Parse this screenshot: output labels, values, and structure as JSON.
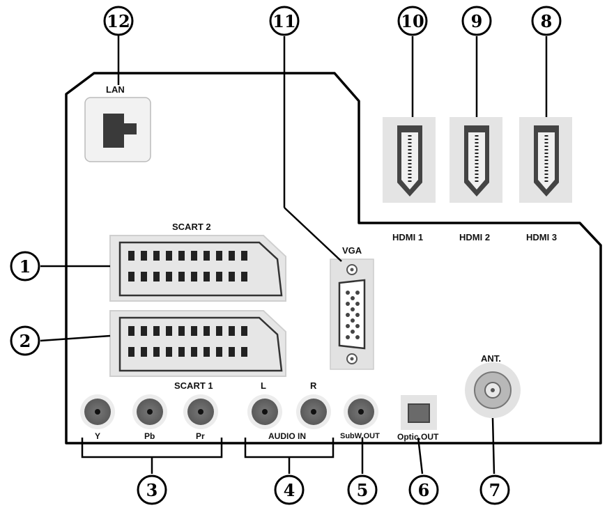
{
  "callouts": {
    "c1": "1",
    "c2": "2",
    "c3": "3",
    "c4": "4",
    "c5": "5",
    "c6": "6",
    "c7": "7",
    "c8": "8",
    "c9": "9",
    "c10": "10",
    "c11": "11",
    "c12": "12"
  },
  "labels": {
    "lan": "LAN",
    "scart2": "SCART 2",
    "scart1": "SCART 1",
    "vga": "VGA",
    "hdmi1": "HDMI 1",
    "hdmi2": "HDMI 2",
    "hdmi3": "HDMI 3",
    "ant": "ANT.",
    "y": "Y",
    "pb": "Pb",
    "pr": "Pr",
    "l": "L",
    "r": "R",
    "audio_in": "AUDIO IN",
    "subw_out": "SubW.OUT",
    "optic_out": "Optic.OUT"
  },
  "colors": {
    "outline": "#000000",
    "port_fill": "#e6e6e6",
    "rca_ring": "#8a8a8a",
    "connector_dark": "#3a3a3a"
  }
}
